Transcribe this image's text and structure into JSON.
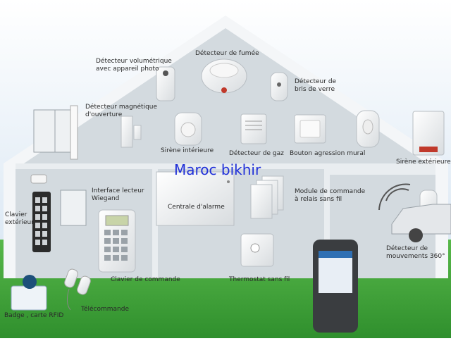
{
  "brand": "Maroc bikhir",
  "labels": {
    "volumetric_detector": "Détecteur volumétrique\navec appareil photo",
    "smoke_detector": "Détecteur de fumée",
    "glass_break_detector": "Détecteur de\nbris de verre",
    "magnetic_detector": "Détecteur magnétique\nd'ouverture",
    "indoor_siren": "Sirène intérieure",
    "gas_detector": "Détecteur de gaz",
    "panic_button": "Bouton agression mural",
    "outdoor_siren": "Sirène extérieure",
    "wiegand_interface": "Interface lecteur\nWiegand",
    "alarm_control": "Centrale d'alarme",
    "relay_module": "Module de commande\nà relais sans fil",
    "outdoor_keypad": "Clavier\nextérieur",
    "keypad": "Clavier de commande",
    "thermostat": "Thermostat sans fil",
    "motion_detector_360": "Détecteur de\nmouvements 360°",
    "badge": "Badge , carte RFID",
    "remote": "Télécommande"
  },
  "colors": {
    "wall": "#d3dadf",
    "roof_edge": "#f2f4f6",
    "grass": "#3fa33a",
    "sky": "#cfe0f0",
    "brand": "#1f2fd8"
  }
}
